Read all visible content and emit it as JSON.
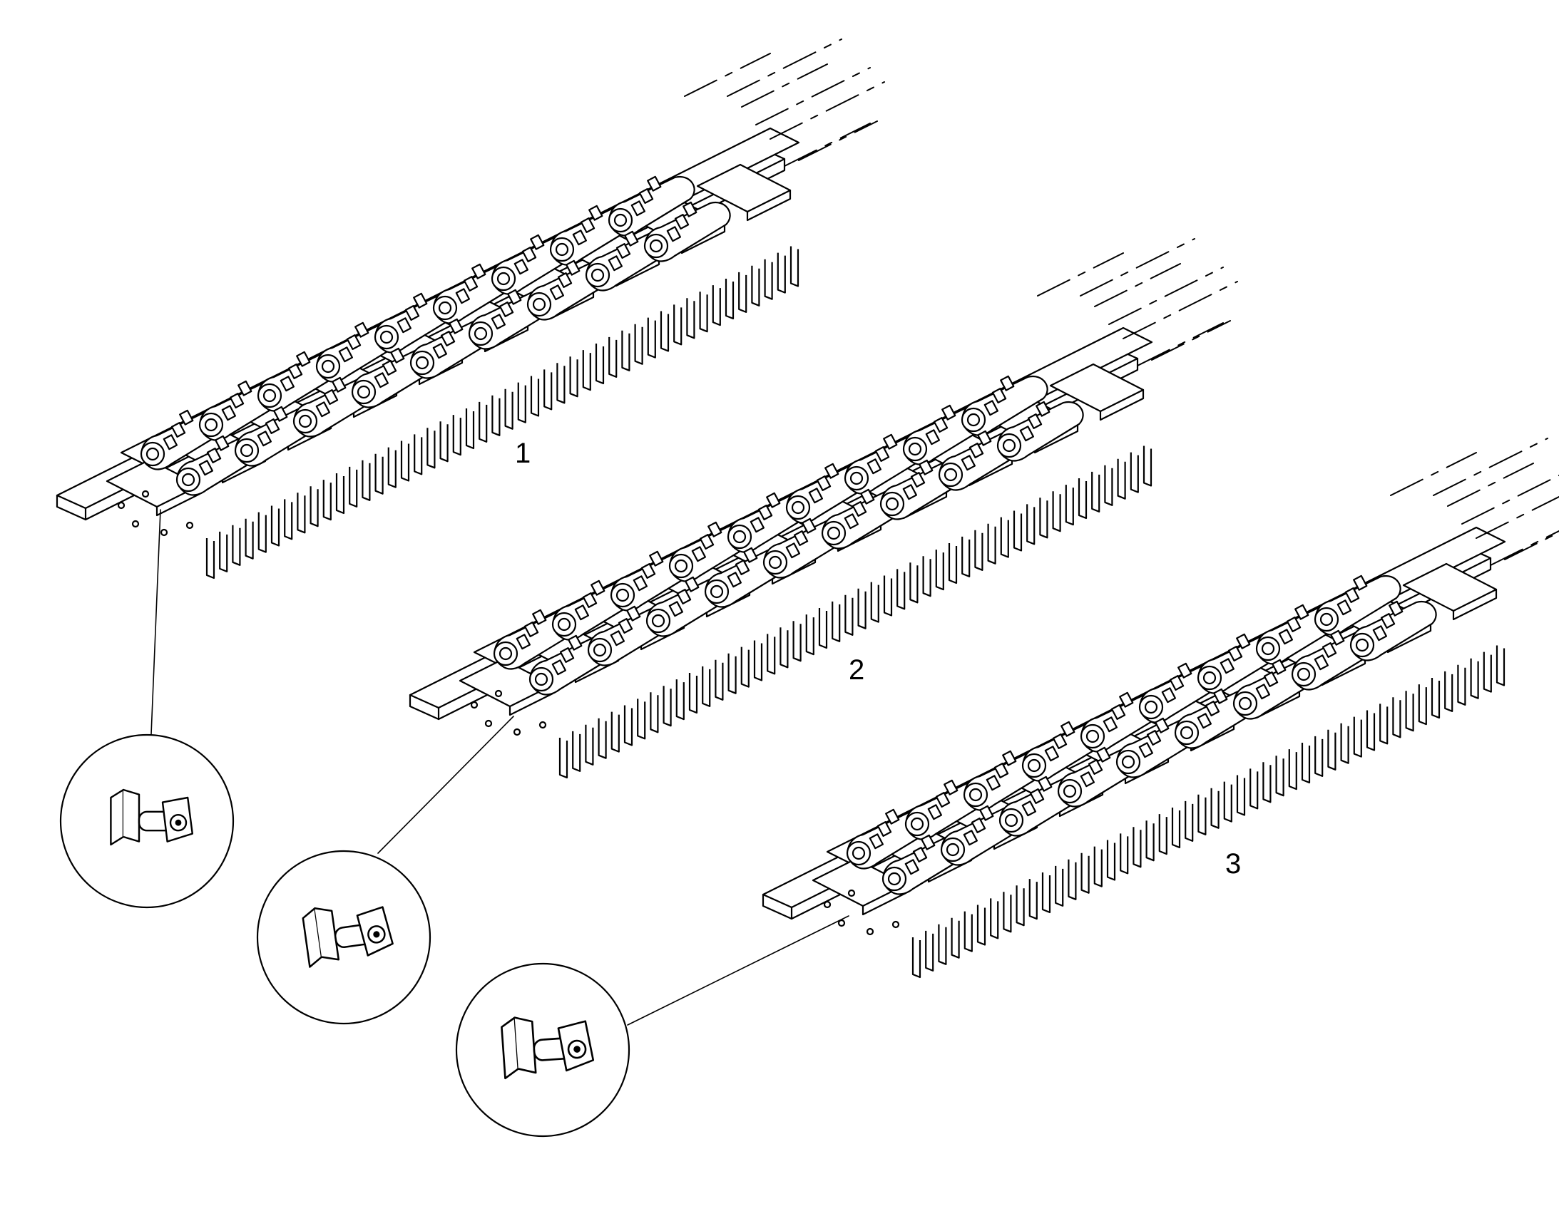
{
  "figure": {
    "callouts": [
      {
        "id": "1",
        "text": "1"
      },
      {
        "id": "2",
        "text": "2"
      },
      {
        "id": "3",
        "text": "3"
      }
    ],
    "colors": {
      "ink": "#000000",
      "background": "#ffffff"
    }
  }
}
